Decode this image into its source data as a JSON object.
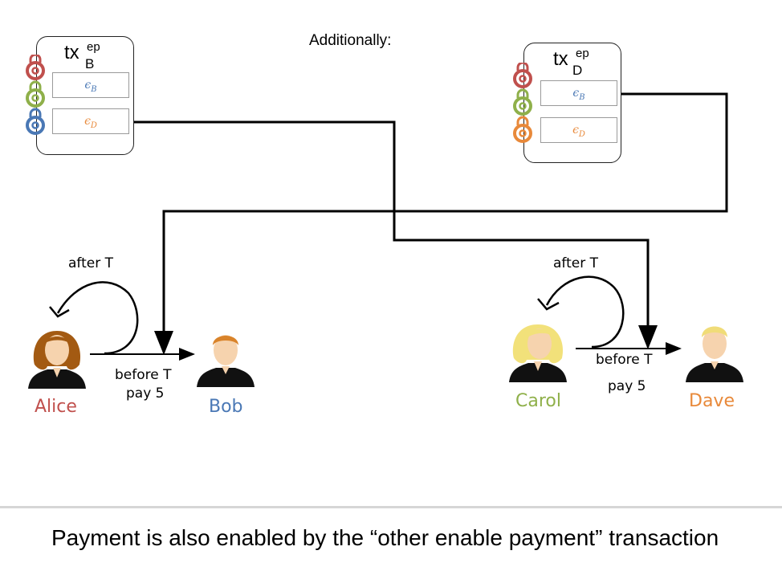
{
  "header": {
    "additionally": "Additionally:"
  },
  "tx_b": {
    "base": "tx",
    "sup": "ep",
    "sub": "B",
    "slots": [
      {
        "sym": "ϵ",
        "sub": "B",
        "color": "#4a78b5"
      },
      {
        "sym": "ϵ",
        "sub": "D",
        "color": "#e8893a"
      }
    ],
    "lock_colors": [
      "#c0504d",
      "#8fb04a",
      "#4a78b5"
    ]
  },
  "tx_d": {
    "base": "tx",
    "sup": "ep",
    "sub": "D",
    "slots": [
      {
        "sym": "ϵ",
        "sub": "B",
        "color": "#4a78b5"
      },
      {
        "sym": "ϵ",
        "sub": "D",
        "color": "#e8893a"
      }
    ],
    "lock_colors": [
      "#c0504d",
      "#8fb04a",
      "#e8893a"
    ]
  },
  "left_pair": {
    "after": "after T",
    "before": "before T",
    "pay": "pay 5",
    "sender": {
      "name": "Alice",
      "color": "#c0504d"
    },
    "receiver": {
      "name": "Bob",
      "color": "#4a78b5"
    }
  },
  "right_pair": {
    "after": "after T",
    "before": "before T",
    "pay": "pay 5",
    "sender": {
      "name": "Carol",
      "color": "#8fb04a"
    },
    "receiver": {
      "name": "Dave",
      "color": "#e8893a"
    }
  },
  "caption": "Payment is also enabled by the “other enable payment” transaction"
}
